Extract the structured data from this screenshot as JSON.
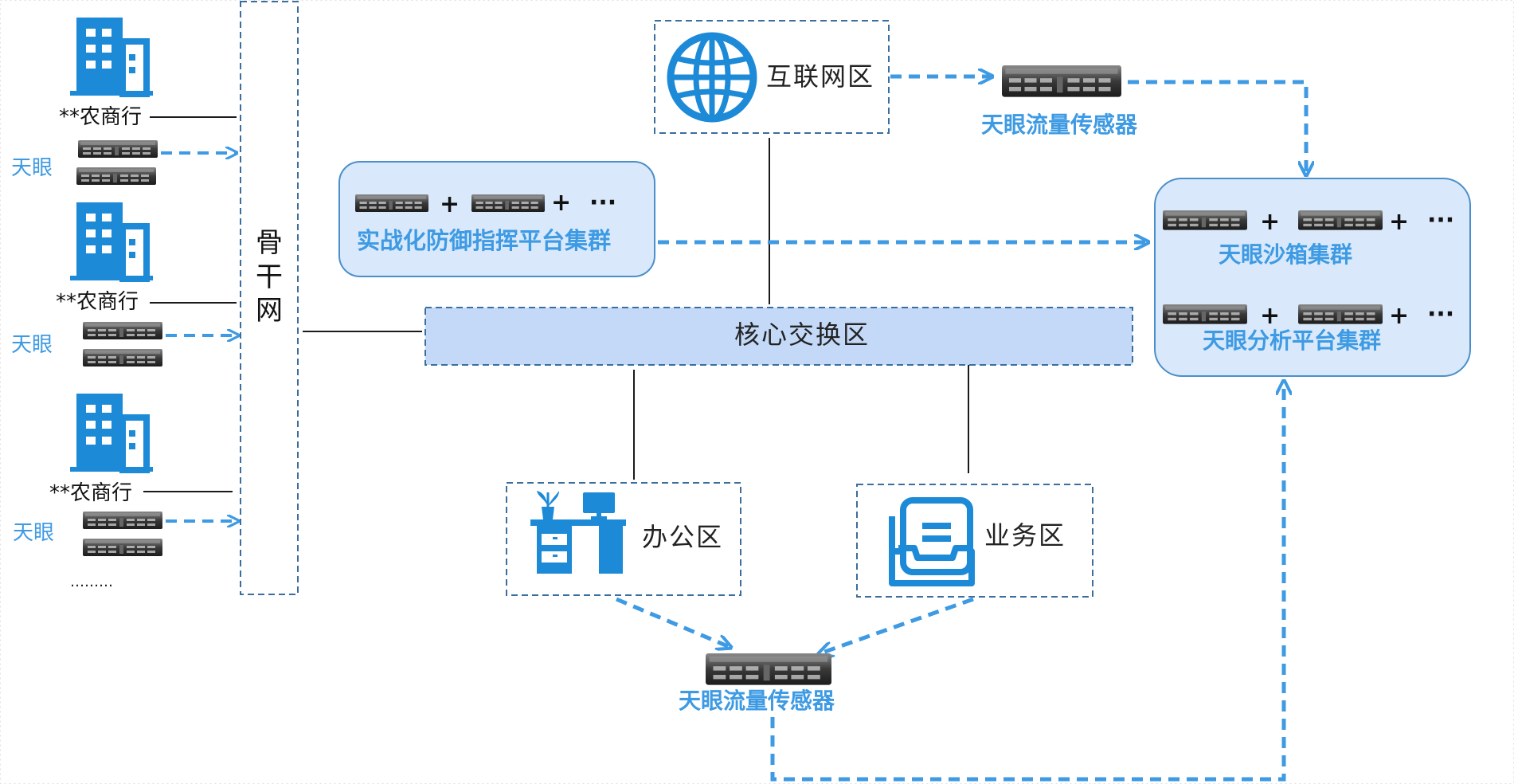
{
  "colors": {
    "accent": "#3d9ae3",
    "panel_fill": "#d9e9fb",
    "panel_stroke": "#4b8fca",
    "core_fill": "#c3d9f7",
    "zone_border": "#3a6e9e",
    "icon": "#1d8ad8",
    "line": "#1a1a1a"
  },
  "icons": {
    "building": "building-icon",
    "server": "server-icon",
    "globe": "globe-icon",
    "office": "office-desk-icon",
    "business": "document-tray-icon"
  },
  "backbone": {
    "label": "骨\n干\n网"
  },
  "banks": [
    {
      "name": "**农商行",
      "sensor_label": "天眼"
    },
    {
      "name": "**农商行",
      "sensor_label": "天眼"
    },
    {
      "name": "**农商行",
      "sensor_label": "天眼"
    }
  ],
  "banks_more": "………",
  "internet_zone": {
    "label": "互联网区"
  },
  "sensor_top": {
    "label": "天眼流量传感器"
  },
  "defense_cluster": {
    "label": "实战化防御指挥平台集群",
    "plus": "+",
    "more": "···"
  },
  "core_zone": {
    "label": "核心交换区"
  },
  "right_cluster": {
    "sandbox_label": "天眼沙箱集群",
    "analysis_label": "天眼分析平台集群",
    "plus": "+",
    "more": "···"
  },
  "office_zone": {
    "label": "办公区"
  },
  "business_zone": {
    "label": "业务区"
  },
  "sensor_bottom": {
    "label": "天眼流量传感器"
  }
}
